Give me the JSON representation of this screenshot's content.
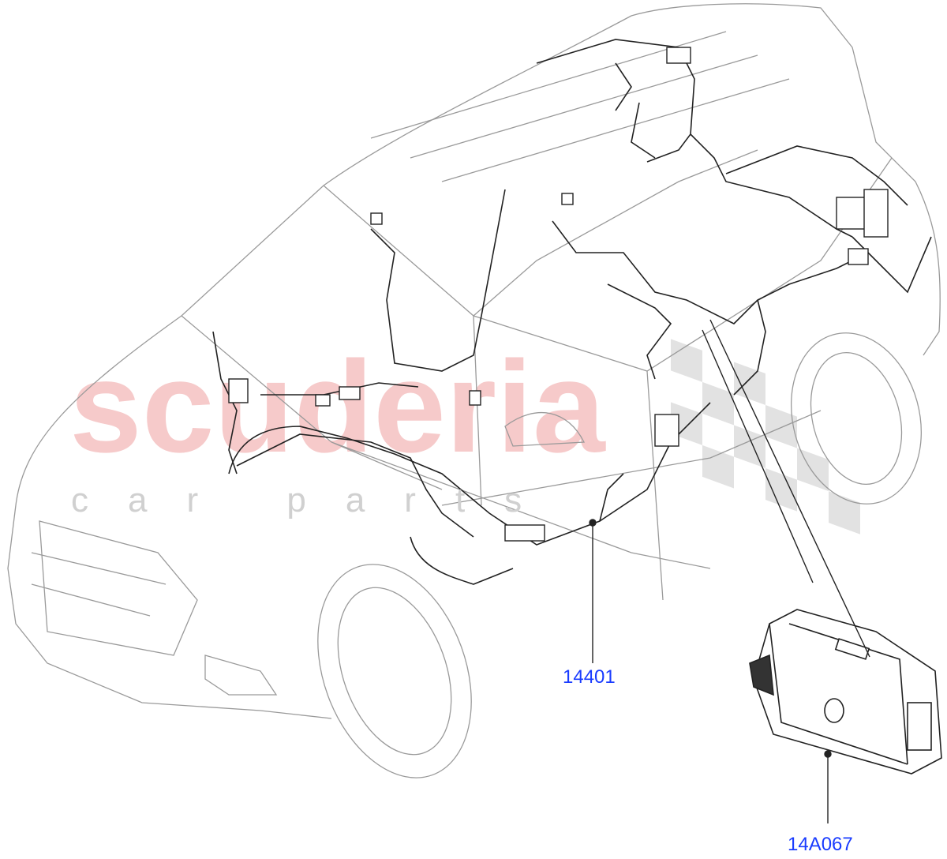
{
  "diagram": {
    "callouts": [
      {
        "id": "harness",
        "label": "14401"
      },
      {
        "id": "module",
        "label": "14A067"
      }
    ],
    "label_color": "#1a3cff",
    "watermark": {
      "brand": "scuderia",
      "tagline": "car parts",
      "brand_color": "#f4c6c8",
      "tagline_color": "#dcdcdc"
    }
  }
}
